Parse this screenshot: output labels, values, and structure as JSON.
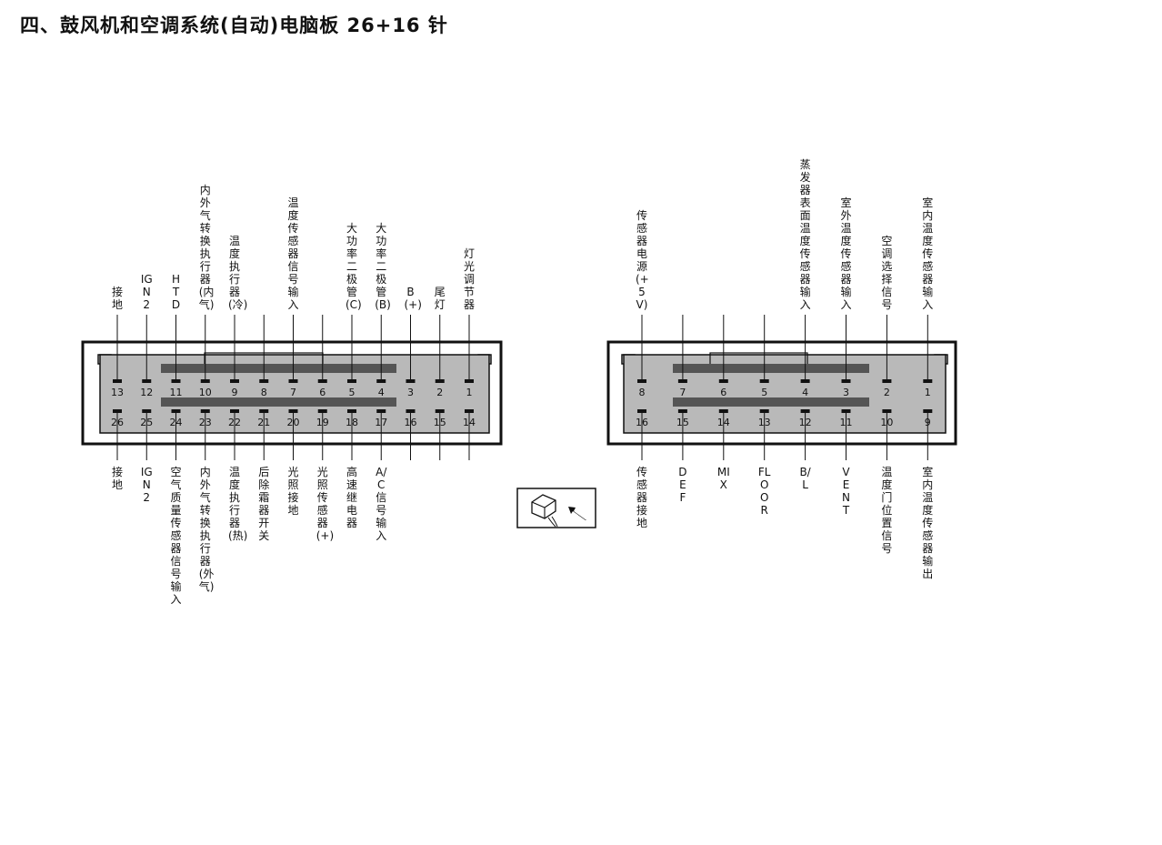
{
  "title": "四、鼓风机和空调系统(自动)电脑板 26+16 针",
  "connector_a": {
    "top_pins": [
      {
        "num": "13",
        "label": "接地"
      },
      {
        "num": "12",
        "label": "IGN2"
      },
      {
        "num": "11",
        "label": "HTD"
      },
      {
        "num": "10",
        "label": "内外气转换执行器(内气)"
      },
      {
        "num": "9",
        "label": "温度执行器(冷)"
      },
      {
        "num": "8",
        "label": ""
      },
      {
        "num": "7",
        "label": "温度传感器信号输入"
      },
      {
        "num": "6",
        "label": ""
      },
      {
        "num": "5",
        "label": "大功率二极管(C)"
      },
      {
        "num": "4",
        "label": "大功率二极管(B)"
      },
      {
        "num": "3",
        "label": "B(+)"
      },
      {
        "num": "2",
        "label": "尾灯"
      },
      {
        "num": "1",
        "label": "灯光调节器"
      }
    ],
    "bottom_pins": [
      {
        "num": "26",
        "label": "接地"
      },
      {
        "num": "25",
        "label": "IGN2"
      },
      {
        "num": "24",
        "label": "空气质量传感器信号输入"
      },
      {
        "num": "23",
        "label": "内外气转换执行器(外气)"
      },
      {
        "num": "22",
        "label": "温度执行器(热)"
      },
      {
        "num": "21",
        "label": "后除霜器开关"
      },
      {
        "num": "20",
        "label": "光照接地"
      },
      {
        "num": "19",
        "label": "光照传感器(+)"
      },
      {
        "num": "18",
        "label": "高速继电器"
      },
      {
        "num": "17",
        "label": "A/C 信号输入"
      },
      {
        "num": "16",
        "label": ""
      },
      {
        "num": "15",
        "label": ""
      },
      {
        "num": "14",
        "label": ""
      }
    ]
  },
  "connector_b": {
    "top_pins": [
      {
        "num": "8",
        "label": "传感器电源(+5V)"
      },
      {
        "num": "7",
        "label": ""
      },
      {
        "num": "6",
        "label": ""
      },
      {
        "num": "5",
        "label": ""
      },
      {
        "num": "4",
        "label": "蒸发器表面温度传感器输入"
      },
      {
        "num": "3",
        "label": "室外温度传感器输入"
      },
      {
        "num": "2",
        "label": "空调选择信号"
      },
      {
        "num": "1",
        "label": "室内温度传感器输入"
      }
    ],
    "bottom_pins": [
      {
        "num": "16",
        "label": "传感器接地"
      },
      {
        "num": "15",
        "label": "DEF"
      },
      {
        "num": "14",
        "label": "MIX"
      },
      {
        "num": "13",
        "label": "FLOOR"
      },
      {
        "num": "12",
        "label": "B/L"
      },
      {
        "num": "11",
        "label": "VENT"
      },
      {
        "num": "10",
        "label": "温度门位置信号"
      },
      {
        "num": "9",
        "label": "室内温度传感器输出"
      }
    ]
  },
  "icon": "connector-plug-icon",
  "colors": {
    "connector_fill": "#b9b9b9",
    "bar": "#555555",
    "line": "#111111"
  }
}
